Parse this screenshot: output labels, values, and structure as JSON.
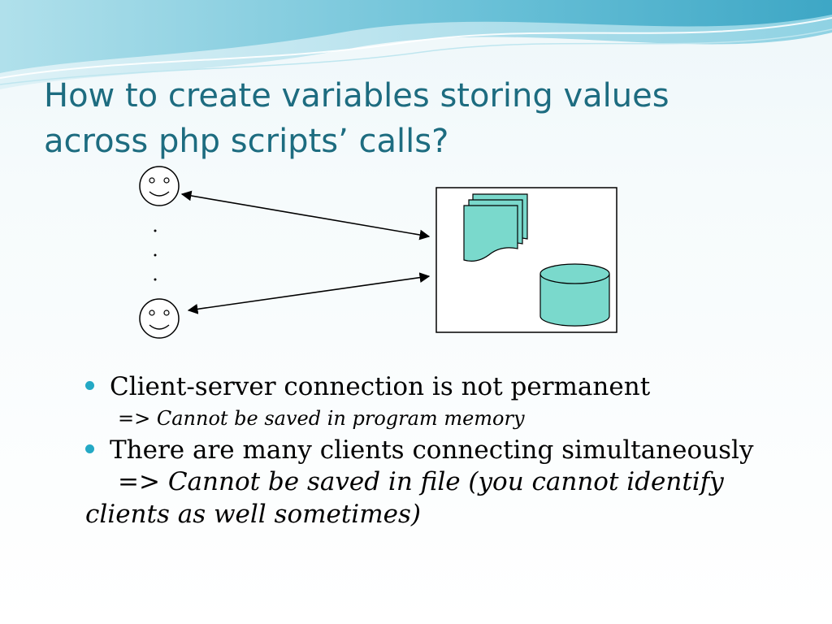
{
  "slide": {
    "title_line1": "How to create variables storing values",
    "title_line2": "across php scripts’ calls?",
    "accent_color": "#1d6c80",
    "bullet_color": "#24a9c5",
    "diagram_fill": "#7ad9cc"
  },
  "bullets": [
    {
      "text": "Client-server connection is not permanent",
      "sub_arrow": "=>",
      "sub_text": "Cannot be saved in program memory"
    },
    {
      "text": "There are many clients connecting simultaneously",
      "sub_arrow": "=>",
      "sub_text": "Cannot be saved in file (you cannot identify clients as well sometimes)"
    }
  ]
}
